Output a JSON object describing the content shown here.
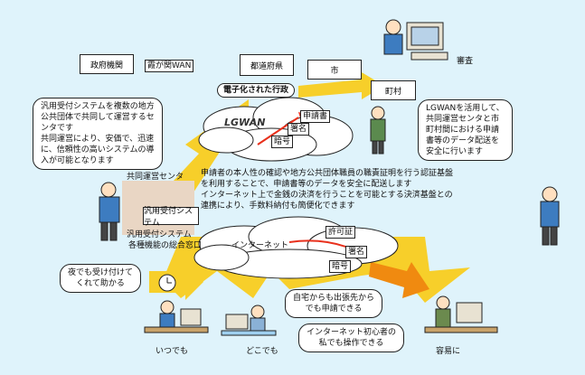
{
  "colors": {
    "background": "#dff3fb",
    "arrow_yellow": "#f7cf2a",
    "arrow_orange": "#f08a10",
    "red_arrow": "#e8301c",
    "cloud": "#ffffff"
  },
  "top": {
    "gov_agency": "政府機関",
    "kasumigaseki_wan": "霞が関WAN",
    "prefecture": "都道府県",
    "city": "市",
    "town_village": "町村",
    "electronic_gov": "電子化された行政",
    "lgwan": "LGWAN",
    "application": "申請書",
    "signature": "署名",
    "encryption": "暗号",
    "examination": "審査"
  },
  "balloon_left": {
    "lines": [
      "汎用受付システムを複数の地方",
      "公共団体で共同して運営するセ",
      "ンタです",
      "共同運営により、安価で、迅速",
      "に、信頼性の高いシステムの導",
      "入が可能となります"
    ]
  },
  "balloon_right": {
    "lines": [
      "LGWANを活用して、",
      "共同運営センタと市",
      "町村間における申請",
      "書等のデータ配送を",
      "安全に行います"
    ]
  },
  "center": {
    "joint_center": "共同運営センタ",
    "general_reception": "汎用受付システム",
    "general_reception_2": "汎用受付システム",
    "window": "各種機能の総合窓口"
  },
  "middle_text": {
    "lines": [
      "申請者の本人性の確認や地方公共団体職員の職責証明を行う認証基盤",
      "を利用することで、申請書等のデータを安全に配送します",
      "インターネット上で金銭の決済を行うことを可能とする決済基盤との",
      "連携により、手数料納付も簡便化できます"
    ]
  },
  "internet": {
    "label": "インターネット",
    "permit": "許可証",
    "signature": "署名",
    "encryption": "暗号"
  },
  "bottom": {
    "balloon_night": [
      "夜でも受け付けて",
      "くれて助かる"
    ],
    "balloon_home": [
      "自宅からも出張先から",
      "でも申請できる"
    ],
    "balloon_beginner": [
      "インターネット初心者の",
      "私でも操作できる"
    ],
    "anytime": "いつでも",
    "anywhere": "どこでも",
    "easily": "容易に"
  }
}
